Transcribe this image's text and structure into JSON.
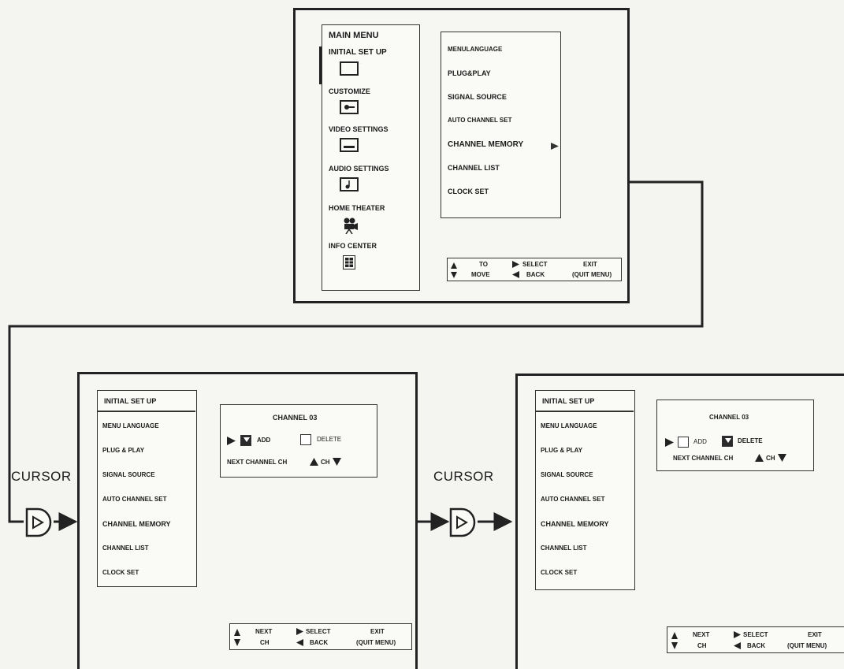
{
  "screen1": {
    "main_menu": {
      "title": "MAIN MENU",
      "items": [
        {
          "label": "INITIAL SET UP",
          "icon": "tv-screen-icon"
        },
        {
          "label": "CUSTOMIZE",
          "icon": "key-icon"
        },
        {
          "label": "VIDEO SETTINGS",
          "icon": "monitor-icon"
        },
        {
          "label": "AUDIO SETTINGS",
          "icon": "music-note-icon"
        },
        {
          "label": "HOME THEATER",
          "icon": "movie-camera-icon"
        },
        {
          "label": "INFO CENTER",
          "icon": "document-grid-icon"
        }
      ]
    },
    "submenu": {
      "items": [
        "MENULANGUAGE",
        "PLUG&PLAY",
        "SIGNAL SOURCE",
        "AUTO CHANNEL SET",
        "CHANNEL MEMORY",
        "CHANNEL LIST",
        "CLOCK SET"
      ],
      "selected_index": 4
    },
    "help_bar": {
      "move_top": "TO",
      "move_bottom": "MOVE",
      "select": "SELECT",
      "back": "BACK",
      "exit": "EXIT",
      "quit": "(QUIT MENU)"
    }
  },
  "screen2": {
    "panel_title": "INITIAL SET UP",
    "items": [
      "MENU  LANGUAGE",
      "PLUG & PLAY",
      "SIGNAL  SOURCE",
      "AUTO CHANNEL SET",
      "CHANNEL MEMORY",
      "CHANNEL LIST",
      "CLOCK SET"
    ],
    "selected_index": 4,
    "channel_box": {
      "title": "CHANNEL 03",
      "add": "ADD",
      "delete": "DELETE",
      "add_checked": true,
      "delete_checked": false,
      "next": "NEXT CHANNEL CH",
      "ch": "CH"
    },
    "help_bar": {
      "next_top": "NEXT",
      "next_bottom": "CH",
      "select": "SELECT",
      "back": "BACK",
      "exit": "EXIT",
      "quit": "(QUIT MENU)"
    }
  },
  "screen3": {
    "panel_title": "INITIAL SET UP",
    "items": [
      "MENU LANGUAGE",
      "PLUG & PLAY",
      "SIGNAL  SOURCE",
      "AUTO CHANNEL SET",
      "CHANNEL MEMORY",
      "CHANNEL LIST",
      "CLOCK SET"
    ],
    "selected_index": 4,
    "channel_box": {
      "title": "CHANNEL 03",
      "add": "ADD",
      "delete": "DELETE",
      "add_checked": false,
      "delete_checked": true,
      "next": "NEXT CHANNEL CH",
      "ch": "CH"
    },
    "help_bar": {
      "next_top": "NEXT",
      "next_bottom": "CH",
      "select": "SELECT",
      "back": "BACK",
      "exit": "EXIT",
      "quit": "(QUIT MENU)"
    }
  },
  "cursor_labels": [
    "CURSOR",
    "CURSOR"
  ]
}
